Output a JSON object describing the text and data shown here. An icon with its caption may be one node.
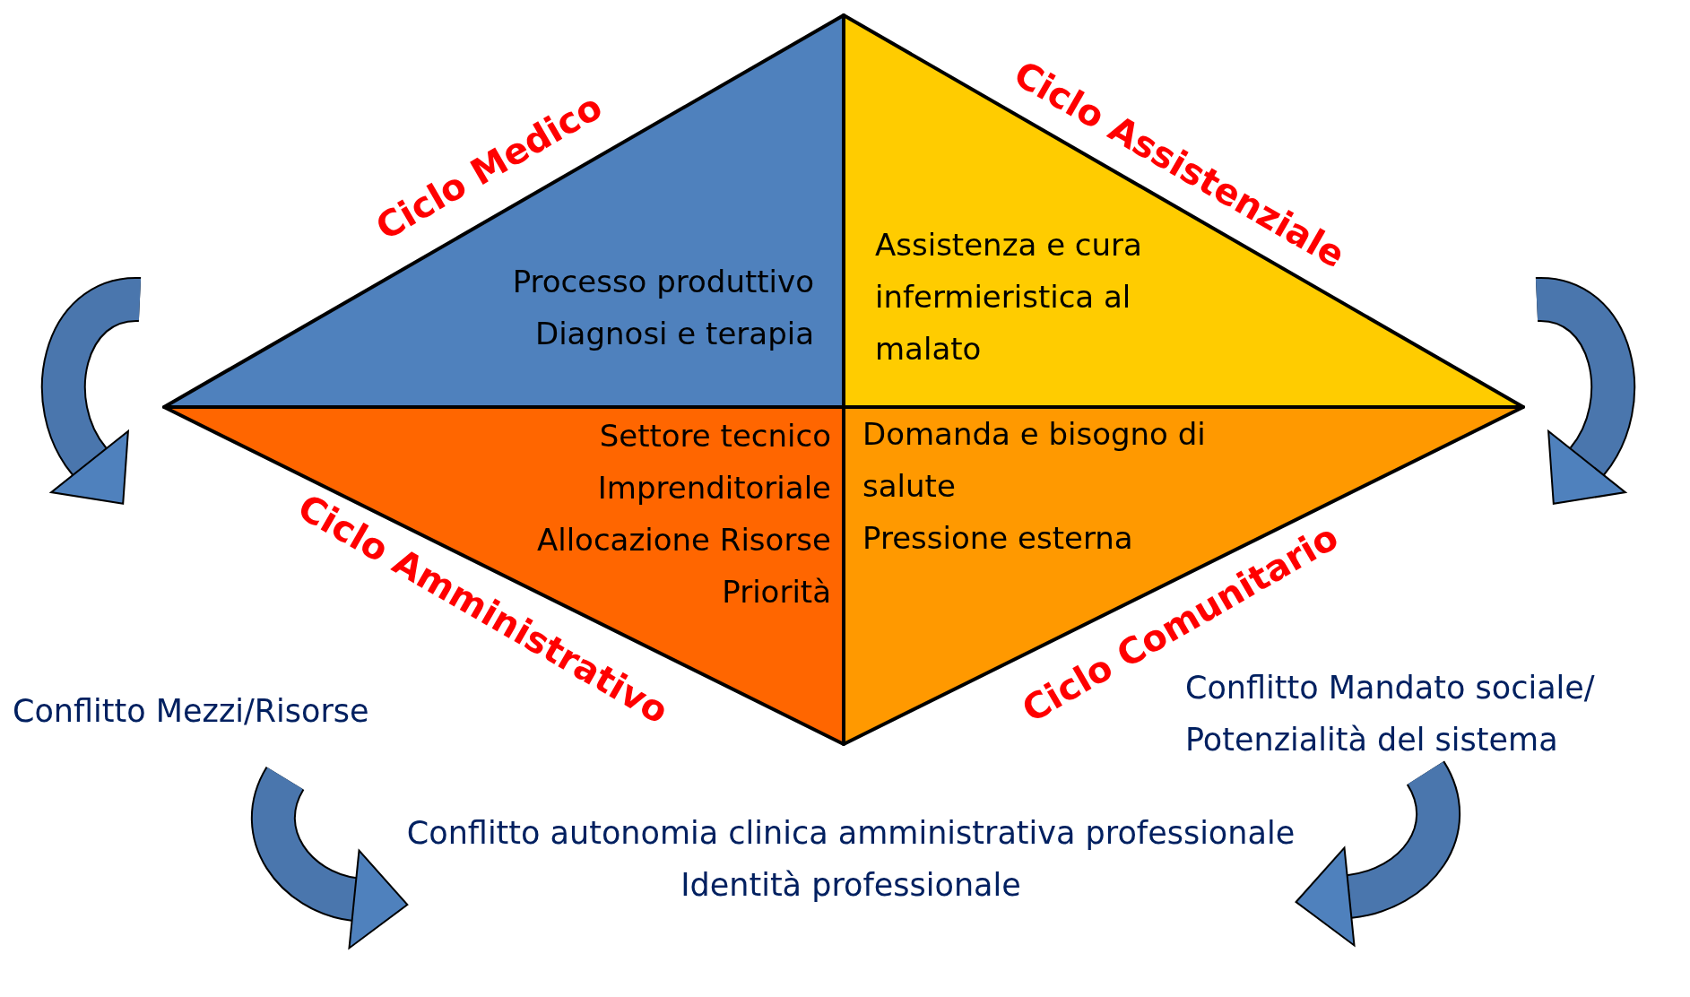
{
  "diagram": {
    "nodes": [
      {
        "text": [
          "Processo produttivo",
          "Diagnosi e terapia"
        ],
        "beside": [
          "Ciclo Medico"
        ]
      },
      {
        "text": [
          "Assistenza e cura infermieristica al malato"
        ],
        "beside": [
          "Ciclo Assistenziale"
        ]
      },
      {
        "text": [
          "Settore tecnico",
          "Imprenditoriale",
          "Allocazione Risorse",
          "Priorità"
        ],
        "beside": [
          "Ciclo Amministrativo"
        ]
      },
      {
        "text": [
          "Domanda e bisogno di salute",
          "Pressione esterna"
        ],
        "beside": [
          "Ciclo Comunitario"
        ]
      }
    ],
    "labels": [
      "Conflitto Mezzi/Risorse",
      "Conflitto Mandato sociale/ Potenzialità del sistema",
      "Conflitto autonomia clinica amministrativa professionale",
      "Identità professionale"
    ]
  }
}
